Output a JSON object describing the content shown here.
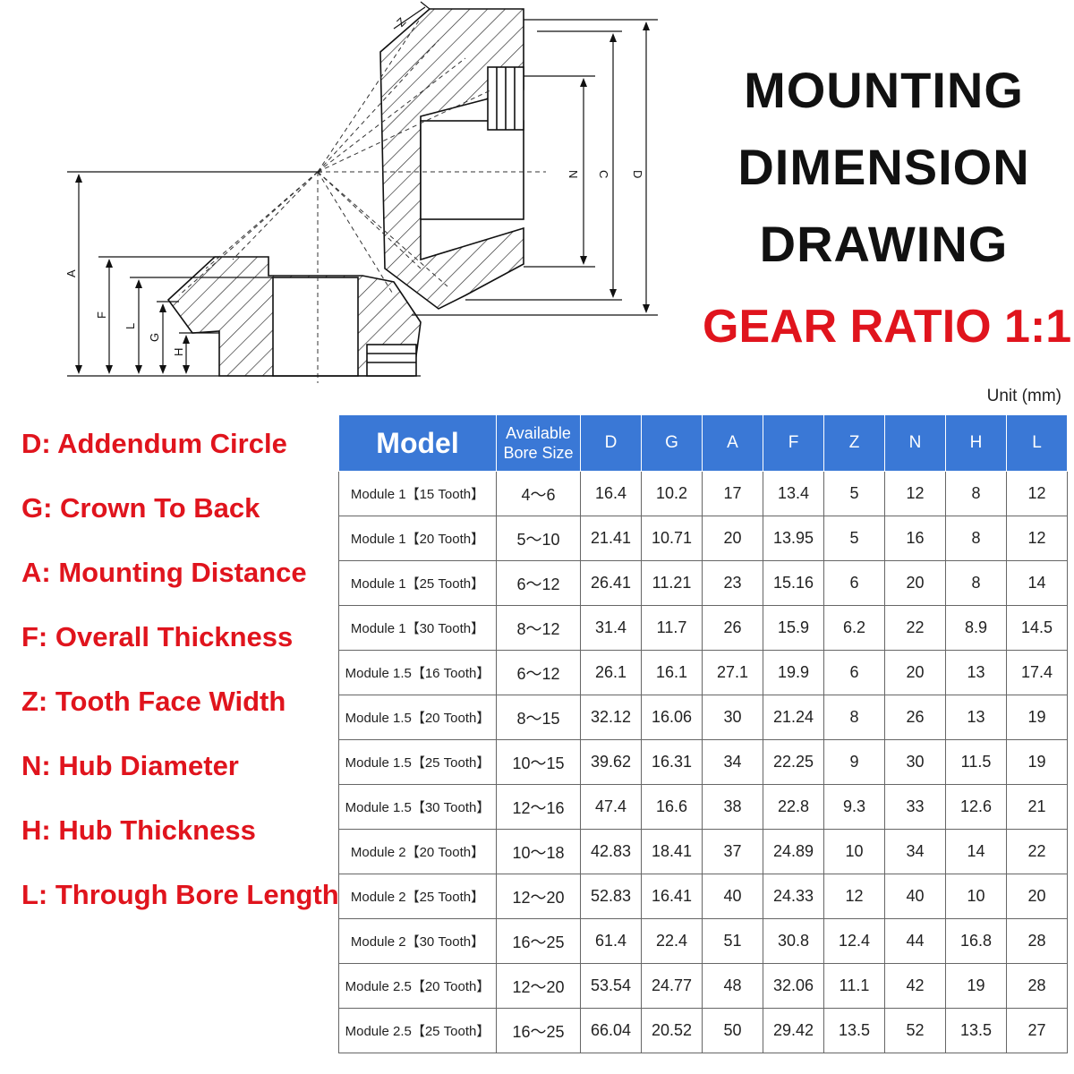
{
  "title": {
    "line1": "MOUNTING",
    "line2": "DIMENSION",
    "line3": "DRAWING",
    "ratio": "GEAR RATIO 1:1"
  },
  "unit": "Unit (mm)",
  "drawing": {
    "dim_labels": {
      "Z": "Z",
      "N": "N",
      "C": "C",
      "D": "D",
      "A": "A",
      "F": "F",
      "L": "L",
      "G": "G",
      "H": "H"
    }
  },
  "legend": [
    "D: Addendum Circle",
    "G: Crown To Back",
    "A: Mounting Distance",
    "F: Overall Thickness",
    "Z: Tooth Face Width",
    "N: Hub Diameter",
    "H: Hub Thickness",
    "L: Through Bore Length"
  ],
  "table": {
    "headers": {
      "model": "Model",
      "bore_line1": "Available",
      "bore_line2": "Bore Size",
      "D": "D",
      "G": "G",
      "A": "A",
      "F": "F",
      "Z": "Z",
      "N": "N",
      "H": "H",
      "L": "L"
    },
    "rows": [
      [
        "Module 1【15 Tooth】",
        "4～6",
        "16.4",
        "10.2",
        "17",
        "13.4",
        "5",
        "12",
        "8",
        "12"
      ],
      [
        "Module 1【20 Tooth】",
        "5～10",
        "21.41",
        "10.71",
        "20",
        "13.95",
        "5",
        "16",
        "8",
        "12"
      ],
      [
        "Module 1【25 Tooth】",
        "6～12",
        "26.41",
        "11.21",
        "23",
        "15.16",
        "6",
        "20",
        "8",
        "14"
      ],
      [
        "Module 1【30 Tooth】",
        "8～12",
        "31.4",
        "11.7",
        "26",
        "15.9",
        "6.2",
        "22",
        "8.9",
        "14.5"
      ],
      [
        "Module 1.5【16 Tooth】",
        "6～12",
        "26.1",
        "16.1",
        "27.1",
        "19.9",
        "6",
        "20",
        "13",
        "17.4"
      ],
      [
        "Module 1.5【20 Tooth】",
        "8～15",
        "32.12",
        "16.06",
        "30",
        "21.24",
        "8",
        "26",
        "13",
        "19"
      ],
      [
        "Module 1.5【25 Tooth】",
        "10～15",
        "39.62",
        "16.31",
        "34",
        "22.25",
        "9",
        "30",
        "11.5",
        "19"
      ],
      [
        "Module 1.5【30 Tooth】",
        "12～16",
        "47.4",
        "16.6",
        "38",
        "22.8",
        "9.3",
        "33",
        "12.6",
        "21"
      ],
      [
        "Module 2【20 Tooth】",
        "10～18",
        "42.83",
        "18.41",
        "37",
        "24.89",
        "10",
        "34",
        "14",
        "22"
      ],
      [
        "Module 2【25 Tooth】",
        "12～20",
        "52.83",
        "16.41",
        "40",
        "24.33",
        "12",
        "40",
        "10",
        "20"
      ],
      [
        "Module 2【30 Tooth】",
        "16～25",
        "61.4",
        "22.4",
        "51",
        "30.8",
        "12.4",
        "44",
        "16.8",
        "28"
      ],
      [
        "Module 2.5【20 Tooth】",
        "12～20",
        "53.54",
        "24.77",
        "48",
        "32.06",
        "11.1",
        "42",
        "19",
        "28"
      ],
      [
        "Module 2.5【25 Tooth】",
        "16～25",
        "66.04",
        "20.52",
        "50",
        "29.42",
        "13.5",
        "52",
        "13.5",
        "27"
      ]
    ]
  },
  "colors": {
    "accent_red": "#e0141d",
    "header_blue": "#3a78d6",
    "text_dark": "#111111"
  }
}
